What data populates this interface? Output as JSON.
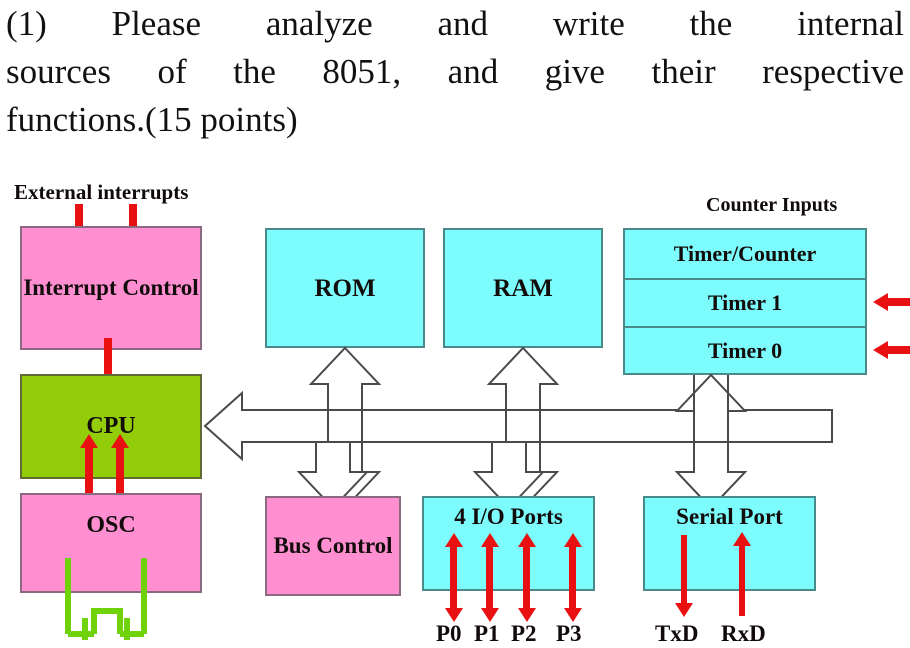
{
  "question": {
    "line1": "(1) Please analyze and write the internal",
    "line2": "sources of the 8051, and give their respective",
    "line3": "functions.(15 points)"
  },
  "diagram": {
    "title_external_interrupts": "External interrupts",
    "title_counter_inputs": "Counter Inputs",
    "blocks": {
      "interrupt_control": "Interrupt Control",
      "cpu": "CPU",
      "osc": "OSC",
      "rom": "ROM",
      "ram": "RAM",
      "bus_control": "Bus Control",
      "io_ports": "4 I/O Ports",
      "serial_port": "Serial Port",
      "timer_counter": "Timer/Counter",
      "timer1": "Timer 1",
      "timer0": "Timer 0"
    },
    "port_labels": {
      "p0": "P0",
      "p1": "P1",
      "p2": "P2",
      "p3": "P3",
      "txd": "TxD",
      "rxd": "RxD"
    },
    "colors": {
      "pink": "#ff8fd0",
      "green": "#93cc08",
      "cyan": "#7cfcfc",
      "arrow_red": "#e81010",
      "crystal_green": "#6fd20a",
      "bus_outline": "#4a4a4a",
      "text": "#120c0c"
    }
  }
}
